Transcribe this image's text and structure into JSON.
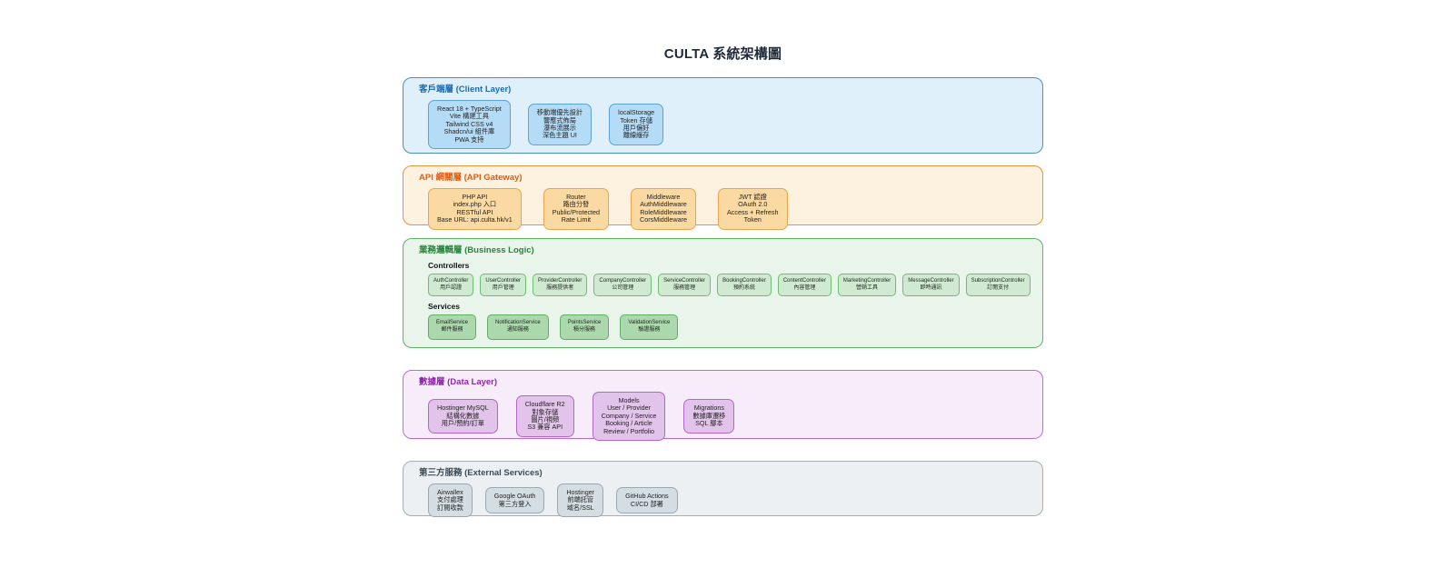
{
  "title": "CULTA 系統架構圖",
  "layers": [
    {
      "id": "client",
      "title": "客戶端層 (Client Layer)",
      "colors": {
        "bg": "#dff0fb",
        "border": "#4a90c2",
        "title": "#1a6ab0",
        "box_bg": "#b5dcf6",
        "box_border": "#5ba3d9"
      },
      "groups": [
        {
          "key": "main",
          "label": null,
          "boxes": [
            {
              "lines": [
                "React 18 + TypeScript",
                "Vite 構建工具",
                "Tailwind CSS v4",
                "Shadcn/ui 組件庫",
                "PWA 支持"
              ]
            },
            {
              "lines": [
                "移動端優先設計",
                "響應式佈局",
                "瀑布流展示",
                "深色主題 UI"
              ]
            },
            {
              "lines": [
                "localStorage",
                "Token 存儲",
                "用戶偏好",
                "離線緩存"
              ]
            }
          ]
        }
      ]
    },
    {
      "id": "api",
      "title": "API 網關層 (API Gateway)",
      "colors": {
        "bg": "#fdf2e0",
        "border": "#e8923c",
        "title": "#e05c12",
        "box_bg": "#fbd9a2",
        "box_border": "#e9a44f"
      },
      "groups": [
        {
          "key": "main",
          "label": null,
          "boxes": [
            {
              "lines": [
                "PHP API",
                "index.php 入口",
                "RESTful API",
                "Base URL: api.culta.hk/v1"
              ]
            },
            {
              "lines": [
                "Router",
                "路由分發",
                "Public/Protected",
                "Rate Limit"
              ]
            },
            {
              "lines": [
                "Middleware",
                "AuthMiddleware",
                "RoleMiddleware",
                "CorsMiddleware"
              ]
            },
            {
              "lines": [
                "JWT 認證",
                "OAuth 2.0",
                "Access + Refresh",
                "Token"
              ]
            }
          ]
        }
      ]
    },
    {
      "id": "business",
      "title": "業務邏輯層 (Business Logic)",
      "colors": {
        "bg": "#e9f5ea",
        "border": "#5cb661",
        "title": "#27823b",
        "box_bg": "#cfead0",
        "box_border": "#6dbd71"
      },
      "groups": [
        {
          "key": "controllers",
          "label": "Controllers",
          "boxes": [
            {
              "lines": [
                "AuthController",
                "用戶認證"
              ]
            },
            {
              "lines": [
                "UserController",
                "用戶管理"
              ]
            },
            {
              "lines": [
                "ProviderController",
                "服務提供者"
              ]
            },
            {
              "lines": [
                "CompanyController",
                "公司管理"
              ]
            },
            {
              "lines": [
                "ServiceController",
                "服務管理"
              ]
            },
            {
              "lines": [
                "BookingController",
                "預約系統"
              ]
            },
            {
              "lines": [
                "ContentController",
                "內容管理"
              ]
            },
            {
              "lines": [
                "MarketingController",
                "營銷工具"
              ]
            },
            {
              "lines": [
                "MessageController",
                "即時通訊"
              ]
            },
            {
              "lines": [
                "SubscriptionController",
                "訂閱支付"
              ]
            }
          ]
        },
        {
          "key": "services",
          "label": "Services",
          "box_bg": "#abd9ad",
          "box_border": "#5fae63",
          "boxes": [
            {
              "lines": [
                "EmailService",
                "郵件服務"
              ]
            },
            {
              "lines": [
                "NotificationService",
                "通知服務"
              ]
            },
            {
              "lines": [
                "PointsService",
                "積分服務"
              ]
            },
            {
              "lines": [
                "ValidationService",
                "驗證服務"
              ]
            }
          ]
        }
      ]
    },
    {
      "id": "data",
      "title": "數據層 (Data Layer)",
      "colors": {
        "bg": "#f7ecf9",
        "border": "#bb6ecb",
        "title": "#9026ad",
        "box_bg": "#e2c3ea",
        "box_border": "#b565c9"
      },
      "groups": [
        {
          "key": "main",
          "label": null,
          "boxes": [
            {
              "lines": [
                "Hostinger MySQL",
                "結構化數據",
                "用戶/預約/訂單"
              ]
            },
            {
              "lines": [
                "Cloudflare R2",
                "對象存儲",
                "圖片/視頻",
                "S3 兼容 API"
              ]
            },
            {
              "lines": [
                "Models",
                "User / Provider",
                "Company / Service",
                "Booking / Article",
                "Review / Portfolio"
              ]
            },
            {
              "lines": [
                "Migrations",
                "數據庫遷移",
                "SQL 腳本"
              ]
            }
          ]
        }
      ]
    },
    {
      "id": "external",
      "title": "第三方服務 (External Services)",
      "colors": {
        "bg": "#edf0f2",
        "border": "#9fb0ba",
        "title": "#3b4a54",
        "box_bg": "#d4dde2",
        "box_border": "#9aa8b2"
      },
      "groups": [
        {
          "key": "main",
          "label": null,
          "boxes": [
            {
              "lines": [
                "Airwallex",
                "支付處理",
                "訂閱收款"
              ]
            },
            {
              "lines": [
                "Google OAuth",
                "第三方登入"
              ]
            },
            {
              "lines": [
                "Hostinger",
                "前端託管",
                "域名/SSL"
              ]
            },
            {
              "lines": [
                "GitHub Actions",
                "CI/CD 部署"
              ]
            }
          ]
        }
      ]
    }
  ]
}
